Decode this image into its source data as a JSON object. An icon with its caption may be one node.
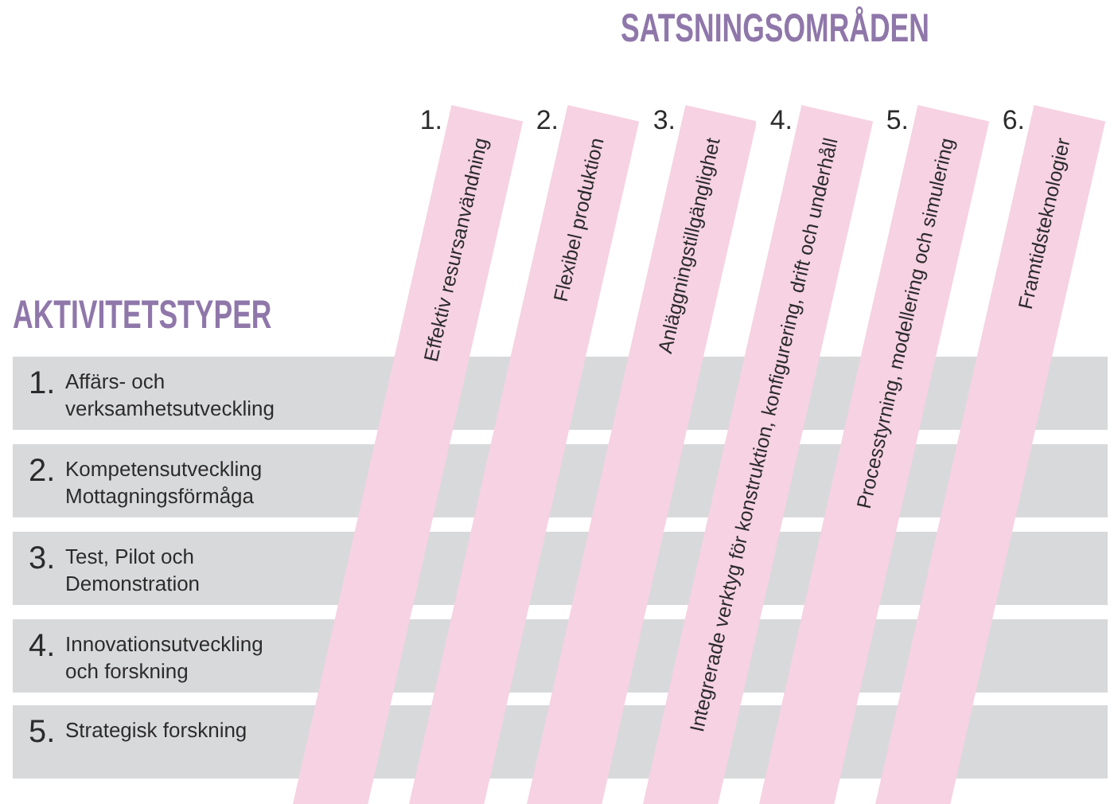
{
  "diagram": {
    "nodes": [
      {
        "text": [
          "1.",
          "Effektiv resursanvändning"
        ]
      },
      {
        "text": [
          "2.",
          "Flexibel produktion"
        ]
      },
      {
        "text": [
          "3.",
          "Anläggningstillgänglighet"
        ]
      },
      {
        "text": [
          "4.",
          "Integrerade verktyg för konstruktion, konfigurering, drift och underhåll"
        ]
      },
      {
        "text": [
          "5.",
          "Processtyrning, modellering och simulering"
        ]
      },
      {
        "text": [
          "6.",
          "Framtidsteknologier"
        ]
      },
      {
        "text": [
          "1.",
          "Affärs- och verksamhetsutveckling"
        ]
      },
      {
        "text": [
          "2.",
          "Kompetensutveckling Mottagningsförmåga"
        ]
      },
      {
        "text": [
          "3.",
          "Test, Pilot och Demonstration"
        ]
      },
      {
        "text": [
          "4.",
          "Innovationsutveckling och forskning"
        ]
      },
      {
        "text": [
          "5.",
          "Strategisk forskning"
        ]
      }
    ],
    "labels": [
      "SATSNINGSOMRÅDEN",
      "AKTIVITETSTYPER"
    ]
  }
}
